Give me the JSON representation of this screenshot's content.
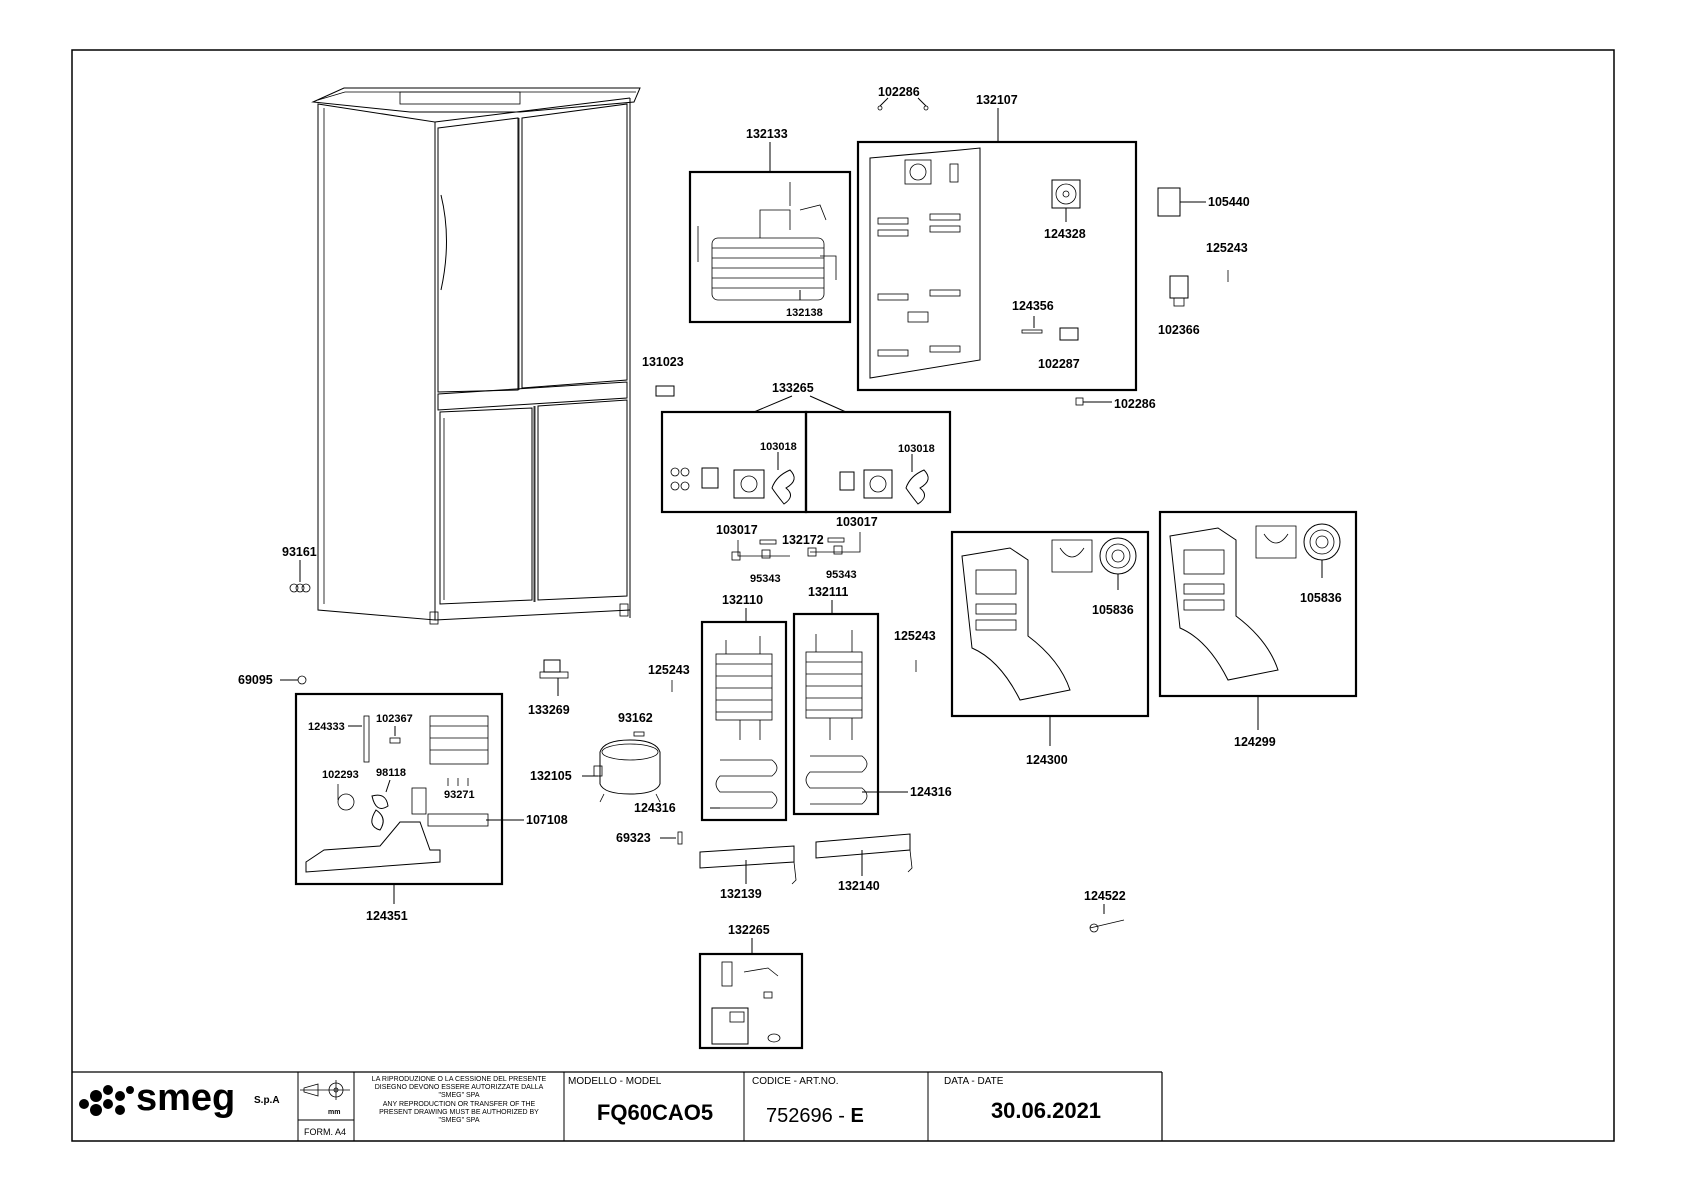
{
  "parts": {
    "p102286_top": "102286",
    "p132107": "132107",
    "p132133": "132133",
    "p132138": "132138",
    "p124328": "124328",
    "p105440": "105440",
    "p125243_a": "125243",
    "p102366": "102366",
    "p124356": "124356",
    "p102287": "102287",
    "p102286_b": "102286",
    "p131023": "131023",
    "p133265": "133265",
    "p103018_a": "103018",
    "p103018_b": "103018",
    "p103017_a": "103017",
    "p132172": "132172",
    "p103017_b": "103017",
    "p95343_a": "95343",
    "p95343_b": "95343",
    "p93161": "93161",
    "p132110": "132110",
    "p132111": "132111",
    "p125243_b": "125243",
    "p125243_c": "125243",
    "p105836_a": "105836",
    "p105836_b": "105836",
    "p69095": "69095",
    "p133269": "133269",
    "p93162": "93162",
    "p124333": "124333",
    "p102367": "102367",
    "p102293": "102293",
    "p98118": "98118",
    "p93271": "93271",
    "p132105": "132105",
    "p124316_a": "124316",
    "p124316_b": "124316",
    "p124300": "124300",
    "p124299": "124299",
    "p107108": "107108",
    "p69323": "69323",
    "p132139": "132139",
    "p132140": "132140",
    "p124351": "124351",
    "p124522": "124522",
    "p132265": "132265"
  },
  "titleblock": {
    "company": "smeg",
    "company_suffix": "S.p.A",
    "unit": "mm",
    "format": "FORM. A4",
    "notice_it_1": "LA RIPRODUZIONE O LA CESSIONE DEL PRESENTE",
    "notice_it_2": "DISEGNO DEVONO ESSERE AUTORIZZATE DALLA",
    "notice_it_3": "\"SMEG\" SPA",
    "notice_en_1": "ANY REPRODUCTION OR TRANSFER OF THE",
    "notice_en_2": "PRESENT DRAWING MUST BE AUTHORIZED BY",
    "notice_en_3": "\"SMEG\" SPA",
    "model_label": "MODELLO - MODEL",
    "model_value": "FQ60CAO5",
    "code_label": "CODICE - ART.NO.",
    "code_number": "752696",
    "code_sep": " - ",
    "code_rev": "E",
    "date_label": "DATA - DATE",
    "date_value": "30.06.2021"
  },
  "colors": {
    "line": "#000000",
    "paper": "#ffffff"
  }
}
